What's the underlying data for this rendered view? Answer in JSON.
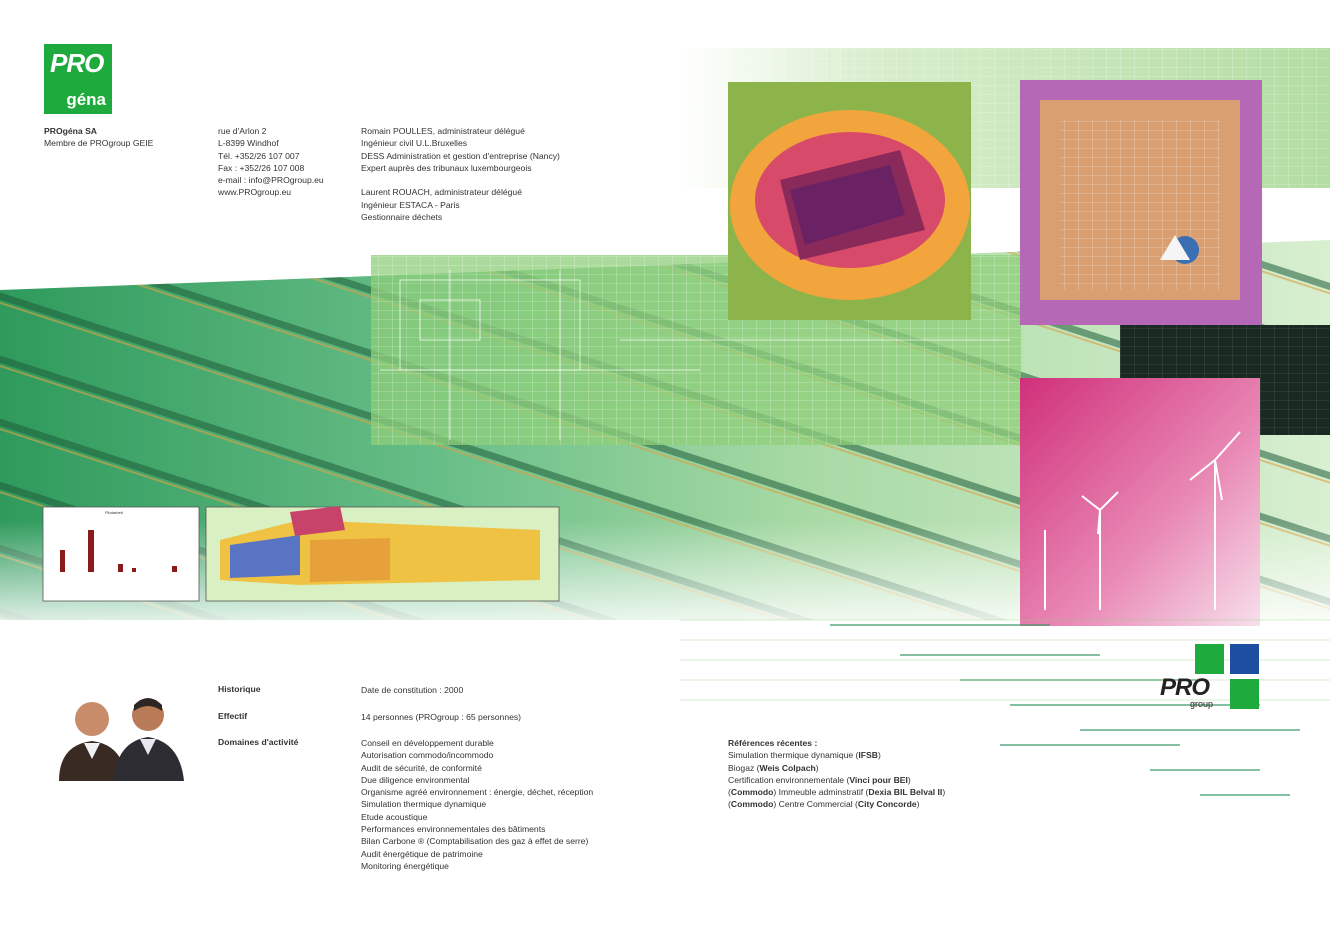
{
  "logo": {
    "pro": "PRO",
    "gena": "géna"
  },
  "company": {
    "name": "PROgéna SA",
    "member": "Membre de PROgroup GEIE"
  },
  "address": {
    "lines": [
      "rue d'Arlon 2",
      "L-8399 Windhof",
      "Tél. +352/26 107 007",
      "Fax : +352/26 107 008",
      "e-mail : info@PROgroup.eu",
      "www.PROgroup.eu"
    ]
  },
  "people": {
    "lines": [
      "Romain POULLES, administrateur délégué",
      "Ingénieur civil U.L.Bruxelles",
      "DESS Administration et gestion d'entreprise (Nancy)",
      "Expert auprès des tribunaux luxembourgeois",
      "",
      "Laurent ROUACH, administrateur délégué",
      "Ingénieur ESTACA - Paris",
      "Gestionnaire déchets"
    ]
  },
  "historique": {
    "label": "Historique",
    "value": "Date de constitution : 2000"
  },
  "effectif": {
    "label": "Effectif",
    "value": "14 personnes (PROgroup : 65 personnes)"
  },
  "domaines": {
    "label": "Domaines d'activité",
    "items": [
      "Conseil en développement durable",
      "Autorisation commodo/incommodo",
      "Audit de sécurité, de conformité",
      "Due diligence environmental",
      "Organisme agréé environnement : énergie, déchet, réception",
      "Simulation thermique dynamique",
      "Etude acoustique",
      "Performances environnementales des bâtiments",
      "Bilan Carbone ® (Comptabilisation des gaz à effet de serre)",
      "Audit énergétique de patrimoine",
      "Monitoring énergétique"
    ]
  },
  "references": {
    "title": "Références récentes :",
    "lines": [
      {
        "pre": "Simulation thermique dynamique (",
        "b1": "IFSB",
        "mid": ")",
        "b2": "",
        "post": ""
      },
      {
        "pre": "Biogaz (",
        "b1": "Weis Colpach",
        "mid": ")",
        "b2": "",
        "post": ""
      },
      {
        "pre": "Certification environnementale (",
        "b1": "Vinci pour BEI",
        "mid": ")",
        "b2": "",
        "post": ""
      },
      {
        "pre": "(",
        "b1": "Commodo",
        "mid": ") Immeuble adminstratif (",
        "b2": "Dexia BIL Belval II",
        "post": ")"
      },
      {
        "pre": "(",
        "b1": "Commodo",
        "mid": ") Centre Commercial (",
        "b2": "City Concorde",
        "post": ")"
      }
    ]
  },
  "progroup_logo": {
    "pro": "PRO",
    "group": "group"
  },
  "colors": {
    "brand_green": "#1eaa3c",
    "brand_blue": "#1d4fa0",
    "magenta": "#d0307a"
  }
}
